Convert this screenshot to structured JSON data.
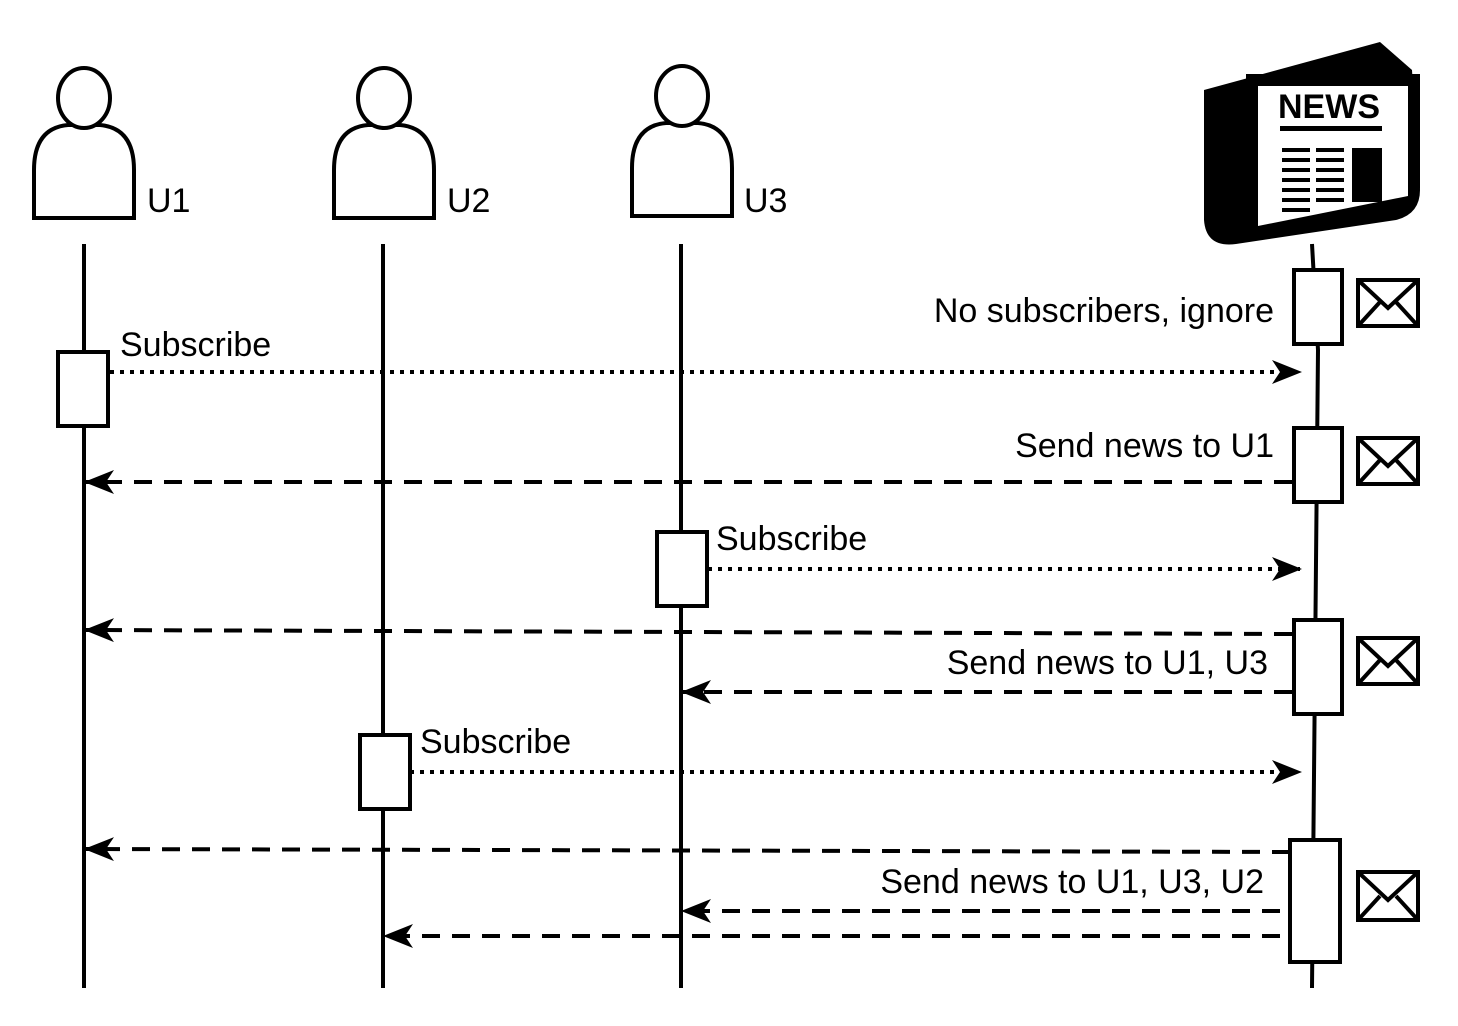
{
  "colors": {
    "stroke": "#000000",
    "background": "#ffffff"
  },
  "actors": [
    {
      "id": "u1",
      "label": "U1",
      "icon": "person-icon"
    },
    {
      "id": "u2",
      "label": "U2",
      "icon": "person-icon"
    },
    {
      "id": "u3",
      "label": "U3",
      "icon": "person-icon"
    }
  ],
  "publisher": {
    "icon": "newspaper-icon",
    "masthead": "NEWS"
  },
  "messages": [
    {
      "id": "m0",
      "label": "No subscribers, ignore",
      "style": "self",
      "icon": "envelope-icon"
    },
    {
      "id": "m1",
      "label": "Subscribe",
      "style": "dotted",
      "from": "u1",
      "to": "news"
    },
    {
      "id": "m2",
      "label": "Send news to U1",
      "style": "dashed",
      "from": "news",
      "to": [
        "u1"
      ],
      "icon": "envelope-icon"
    },
    {
      "id": "m3",
      "label": "Subscribe",
      "style": "dotted",
      "from": "u3",
      "to": "news"
    },
    {
      "id": "m4",
      "label": "Send news to U1, U3",
      "style": "dashed",
      "from": "news",
      "to": [
        "u1",
        "u3"
      ],
      "icon": "envelope-icon"
    },
    {
      "id": "m5",
      "label": "Subscribe",
      "style": "dotted",
      "from": "u2",
      "to": "news"
    },
    {
      "id": "m6",
      "label": "Send news to U1, U3, U2",
      "style": "dashed",
      "from": "news",
      "to": [
        "u1",
        "u3",
        "u2"
      ],
      "icon": "envelope-icon"
    }
  ]
}
